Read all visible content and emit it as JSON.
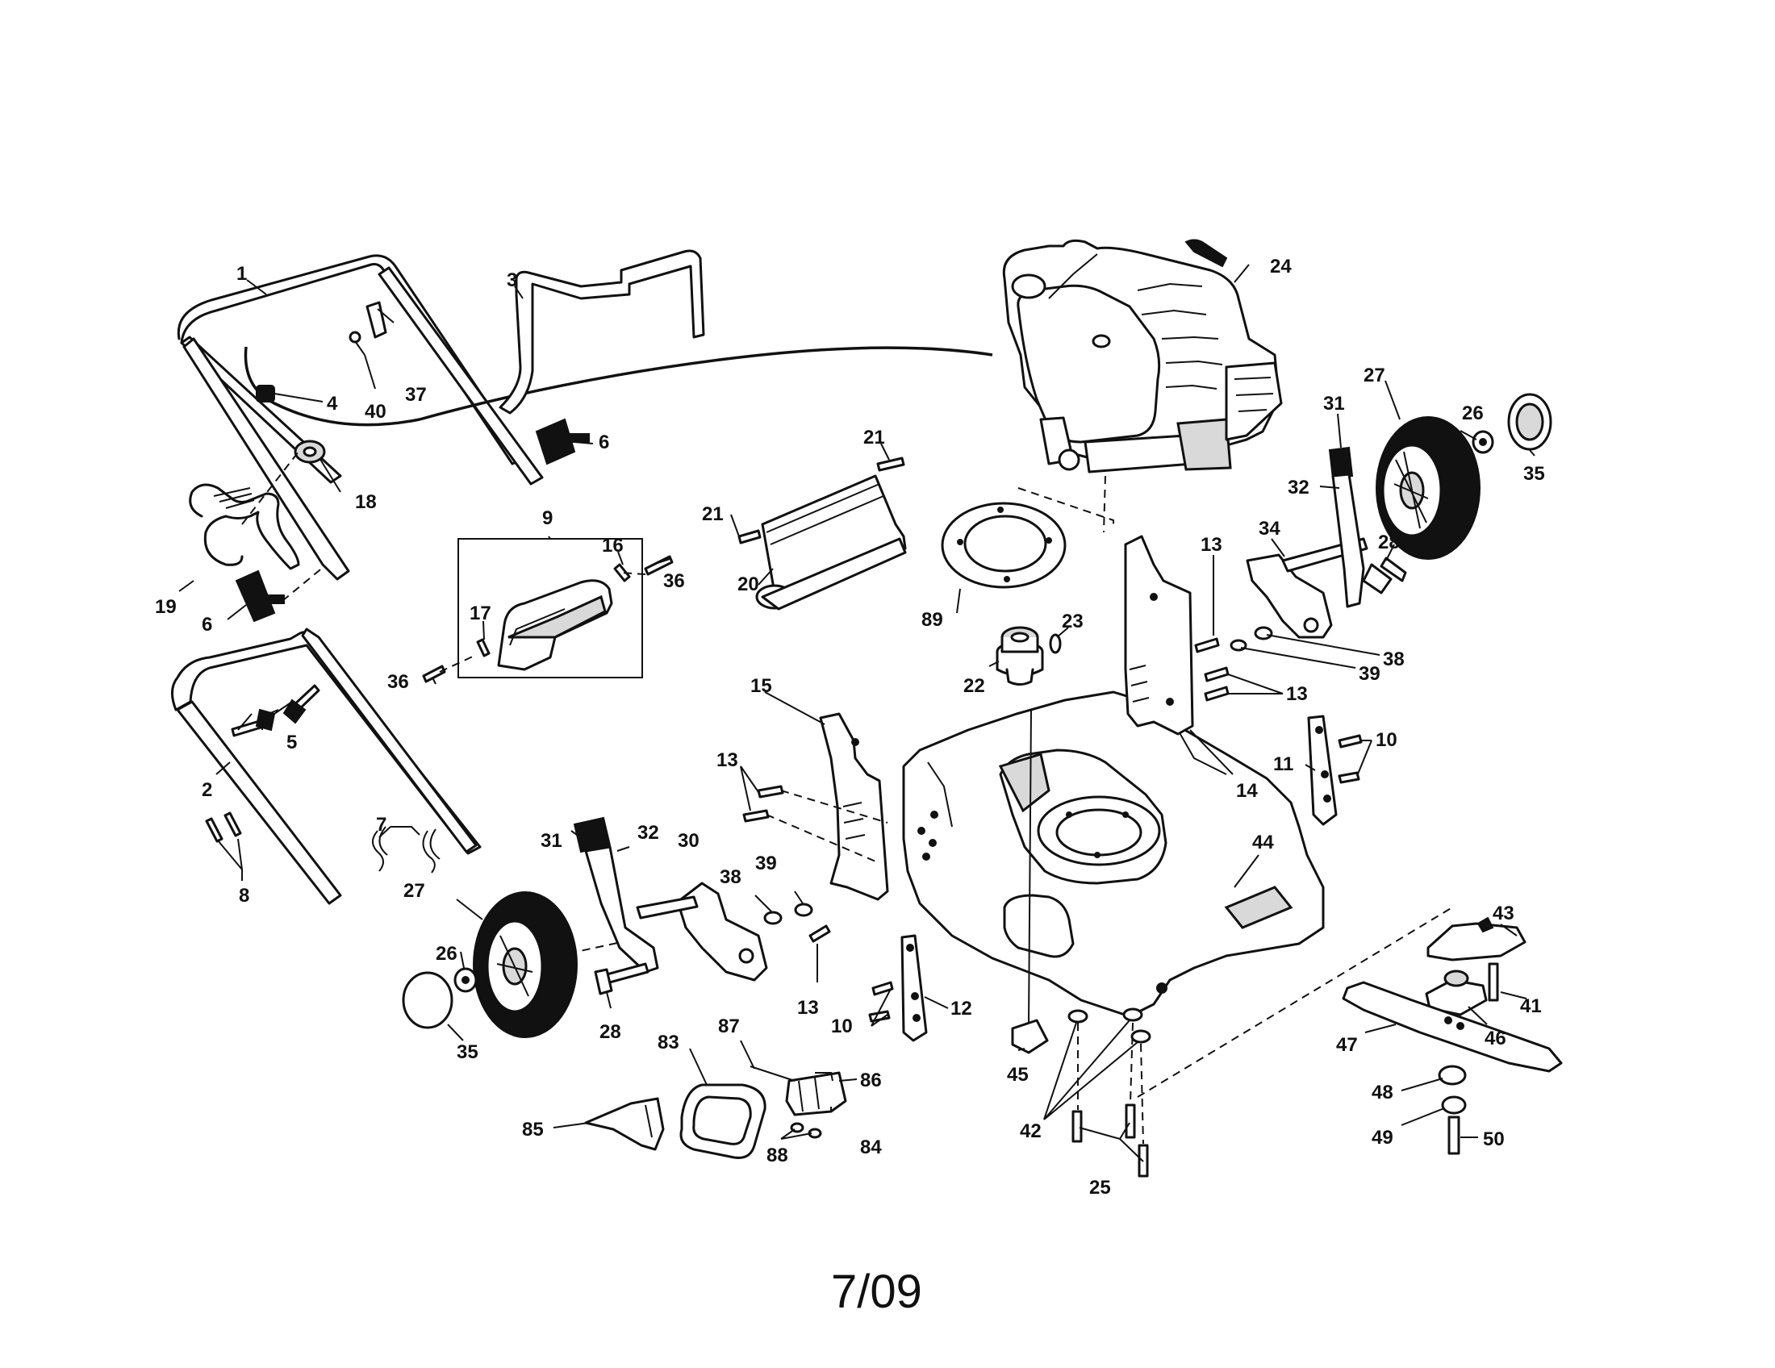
{
  "diagram": {
    "date": "7/09",
    "callouts": [
      "1",
      "2",
      "3",
      "4",
      "5",
      "6",
      "6",
      "7",
      "8",
      "9",
      "10",
      "10",
      "11",
      "12",
      "13",
      "13",
      "13",
      "13",
      "14",
      "15",
      "16",
      "17",
      "18",
      "19",
      "20",
      "21",
      "21",
      "22",
      "23",
      "24",
      "25",
      "26",
      "26",
      "27",
      "27",
      "28",
      "28",
      "30",
      "31",
      "31",
      "32",
      "32",
      "34",
      "35",
      "35",
      "36",
      "36",
      "37",
      "38",
      "38",
      "39",
      "39",
      "40",
      "41",
      "42",
      "43",
      "44",
      "45",
      "46",
      "47",
      "48",
      "49",
      "50",
      "83",
      "84",
      "85",
      "86",
      "87",
      "88",
      "89"
    ]
  }
}
